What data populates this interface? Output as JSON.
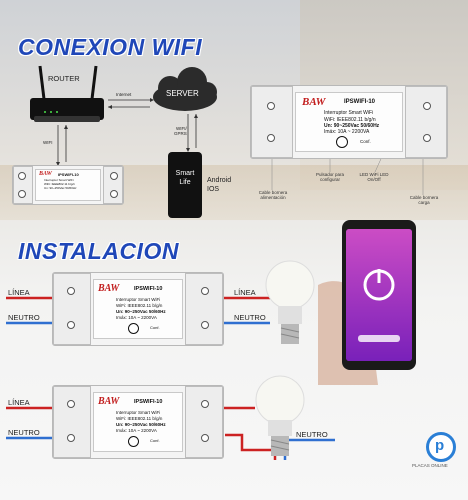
{
  "sections": {
    "wifi_title": "CONEXION WIFI",
    "install_title": "INSTALACION"
  },
  "network": {
    "router_label": "ROUTER",
    "server_label": "SERVER",
    "internet_label": "Internet",
    "wifi_label": "WIFI",
    "wifi_gprs_label": "WIFI/\nGPRS",
    "phone_app_line1": "Smart",
    "phone_app_line2": "Life",
    "os_line1": "Android",
    "os_line2": "IOS"
  },
  "device": {
    "brand": "BAW",
    "model": "IPSWIFI-10",
    "name": "Interruptor Smart WiFi",
    "wifi_spec": "WiFi: IEEE802.11 b/g/n",
    "voltage_spec": "Un: 90~250Vac 50/60Hz",
    "current_spec": "Imáx: 10A ~ 2200VA",
    "conf_label": "Conf."
  },
  "callouts": {
    "power_cable": "Cable bornera alimentación",
    "config_button": "Pulsador para configurar",
    "led": "LED WiFi LED On/Off",
    "load_cable": "Cable bornera carga"
  },
  "wiring": {
    "line_label": "LÍNEA",
    "neutral_label": "NEUTRO",
    "line_color": "#cc2222",
    "neutral_color": "#2f6fd0"
  },
  "footer": {
    "logo_text": "PLACAS ONLINE"
  },
  "colors": {
    "title": "#1f47b8",
    "accent_red": "#cc2222",
    "accent_blue": "#2f6fd0"
  }
}
